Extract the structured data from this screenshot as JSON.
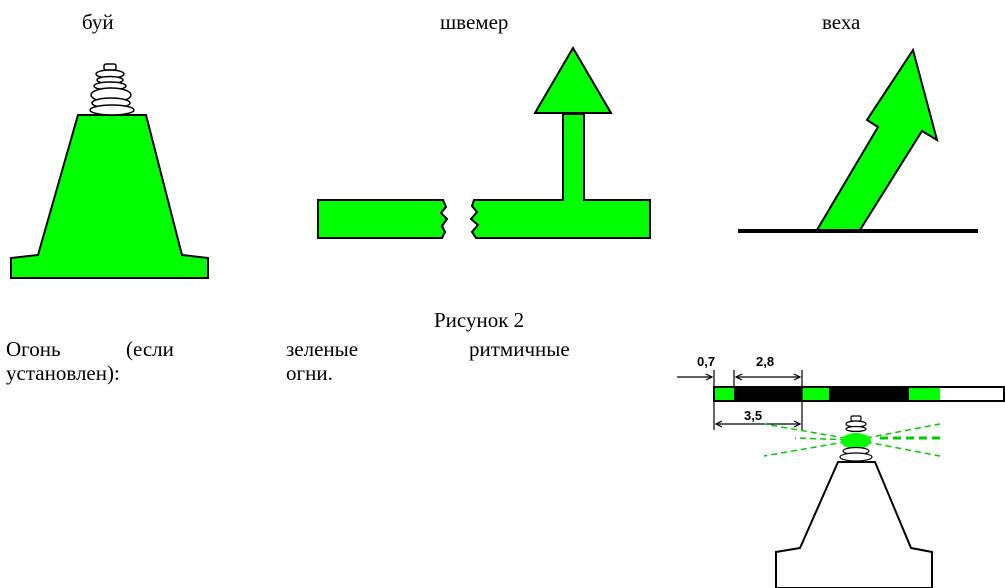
{
  "labels": {
    "buoy": "буй",
    "shvemer": "швемер",
    "vekha": "веха"
  },
  "figure_caption": "Рисунок 2",
  "light_text": {
    "col1_line1": "Огонь",
    "col1_line1b": "(если",
    "col1_line2": "установлен):",
    "col2_line1": "зеленые",
    "col2_line1b": "ритмичные",
    "col2_line2": "огни."
  },
  "dimensions": {
    "d1": "0,7",
    "d2": "2,8",
    "d3": "3,5"
  },
  "colors": {
    "green": "#00ff00",
    "black": "#000000",
    "white": "#ffffff"
  }
}
